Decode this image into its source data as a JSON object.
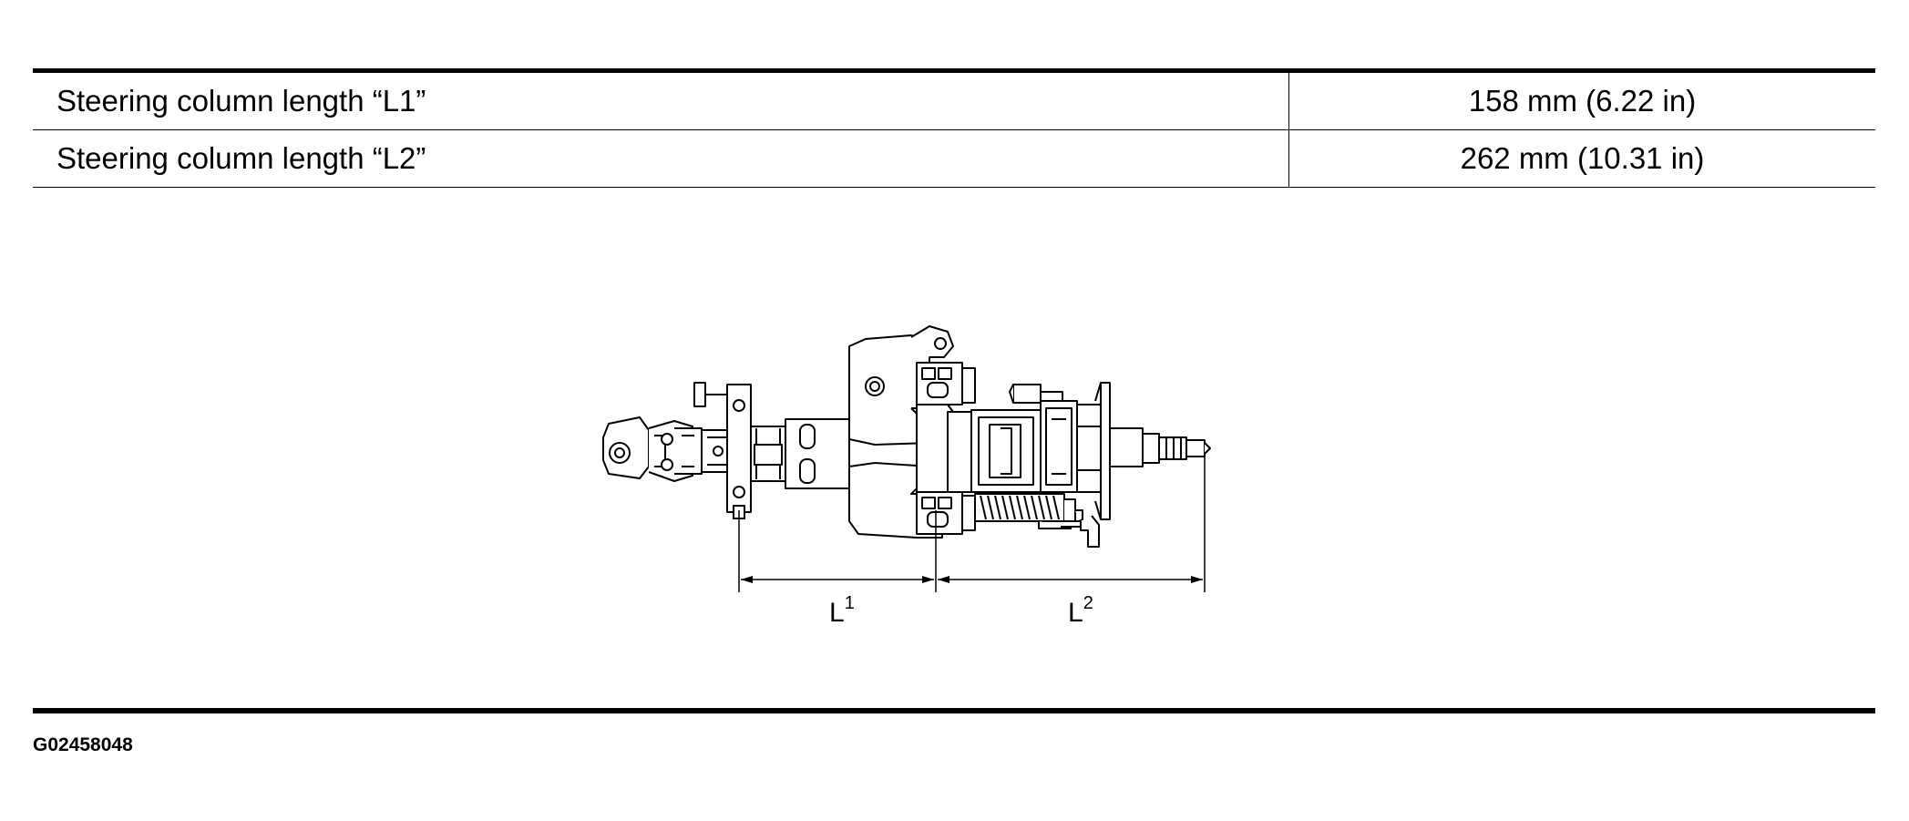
{
  "spec_table": {
    "rows": [
      {
        "label": "Steering column length “L1”",
        "value": "158 mm (6.22 in)"
      },
      {
        "label": "Steering column length “L2”",
        "value": "262 mm (10.31 in)"
      }
    ]
  },
  "figure": {
    "dim_l1": {
      "letter": "L",
      "sup": "1"
    },
    "dim_l2": {
      "letter": "L",
      "sup": "2"
    }
  },
  "figure_id": "G02458048"
}
